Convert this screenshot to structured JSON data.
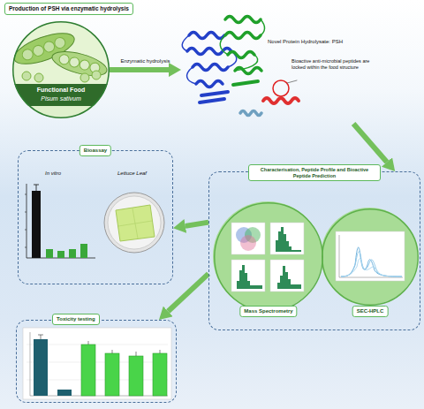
{
  "diagram": {
    "nodes": [
      {
        "text": [
          "Production of PSH via enzymatic hydrolysis"
        ]
      },
      {
        "text": [
          "Functional Food",
          "Pisum sativum"
        ]
      },
      {
        "text": [
          "Novel Protein Hydrolysate: PSH",
          "Bioactive anti-microbial peptides are locked within the food structure"
        ]
      },
      {
        "text": [
          "Characterisation, Peptide Profile and Bioactive Peptide Prediction"
        ]
      },
      {
        "text": [
          "Mass Spectrometry"
        ],
        "in": 3
      },
      {
        "text": [
          "SEC-HPLC"
        ],
        "in": 3
      },
      {
        "text": [
          "Bioassay",
          "In vitro",
          "Lettuce Leaf"
        ]
      },
      {
        "text": [
          "Toxicity testing"
        ]
      }
    ],
    "edges": [
      {
        "from": 1,
        "to": 2,
        "label": "Enzymatic hydrolysis",
        "arrow": "to"
      },
      {
        "from": 2,
        "to": 3,
        "arrow": "to"
      },
      {
        "from": 3,
        "to": 6,
        "arrow": "to"
      },
      {
        "from": 3,
        "to": 7,
        "arrow": "to"
      }
    ]
  }
}
